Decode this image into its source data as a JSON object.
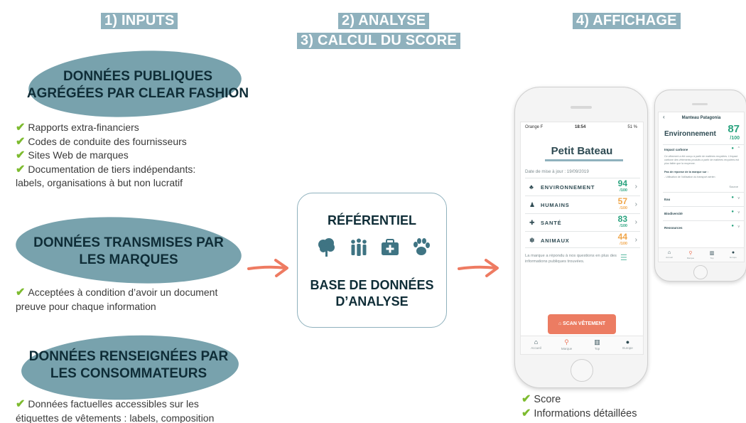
{
  "headers": {
    "inputs": "1) INPUTS",
    "analyse": "2) ANALYSE",
    "calcul": "3) CALCUL DU SCORE",
    "affichage": "4) AFFICHAGE"
  },
  "sources": [
    {
      "title_line1": "DONNÉES PUBLIQUES",
      "title_line2": "AGRÉGÉES PAR CLEAR FASHION",
      "items": [
        "Rapports extra-financiers",
        "Codes de conduite des fournisseurs",
        "Sites Web de marques",
        "Documentation de tiers indépendants:"
      ],
      "continuation": "labels, organisations à but non lucratif"
    },
    {
      "title_line1": "DONNÉES TRANSMISES PAR",
      "title_line2": "LES MARQUES",
      "items": [
        "Acceptées à condition d’avoir un document"
      ],
      "continuation": "preuve pour chaque information"
    },
    {
      "title_line1": "DONNÉES RENSEIGNÉES PAR",
      "title_line2": "LES CONSOMMATEURS",
      "items": [
        "Données factuelles accessibles sur les"
      ],
      "continuation": "étiquettes de vêtements : labels, composition"
    }
  ],
  "center_box": {
    "title": "RÉFÉRENTIEL",
    "icons": [
      "tree-icon",
      "people-icon",
      "medical-kit-icon",
      "paw-icon"
    ],
    "base_line1": "BASE DE DONNÉES",
    "base_line2": "D’ANALYSE"
  },
  "phone1": {
    "carrier": "Orange F",
    "time": "18:54",
    "battery": "51 %",
    "brand": "Petit Bateau",
    "update": "Date de mise à jour : 19/09/2019",
    "scores": [
      {
        "icon": "tree-icon",
        "label": "ENVIRONNEMENT",
        "score": "94",
        "max": "/100",
        "color": "#2aa37f"
      },
      {
        "icon": "people-icon",
        "label": "HUMAINS",
        "score": "57",
        "max": "/100",
        "color": "#f0a64a"
      },
      {
        "icon": "medical-kit-icon",
        "label": "SANTÉ",
        "score": "83",
        "max": "/100",
        "color": "#2aa37f"
      },
      {
        "icon": "paw-icon",
        "label": "ANIMAUX",
        "score": "44",
        "max": "/100",
        "color": "#f0a64a"
      }
    ],
    "note": "La marque a répondu à nos questions en plus des informations publiques trouvées.",
    "scan_label": "SCAN VÊTEMENT",
    "tabs": [
      "Accueil",
      "Marque",
      "Top",
      "Europe"
    ]
  },
  "phone2": {
    "title": "Manteau Patagonia",
    "section": "Environnement",
    "score": "87",
    "max": "/100",
    "impact_label": "Impact carbone",
    "impact_text": "Ce vêtement a été conçu à partir de matières recyclées. L’impact carbone des vêtements produits à partir de matières recyclées est plus faible que la moyenne.",
    "question_label": "Pas de réponse de la marque sur :",
    "question_text": "- Utilisation de l’utilisation du transport aérien",
    "source_label": "Source",
    "rows": [
      "Eau",
      "Biodiversité",
      "Ressources"
    ],
    "tabs": [
      "Accueil",
      "Marque",
      "Top",
      "Europe"
    ]
  },
  "bottom_checks": [
    "Score",
    "Informations détaillées"
  ]
}
